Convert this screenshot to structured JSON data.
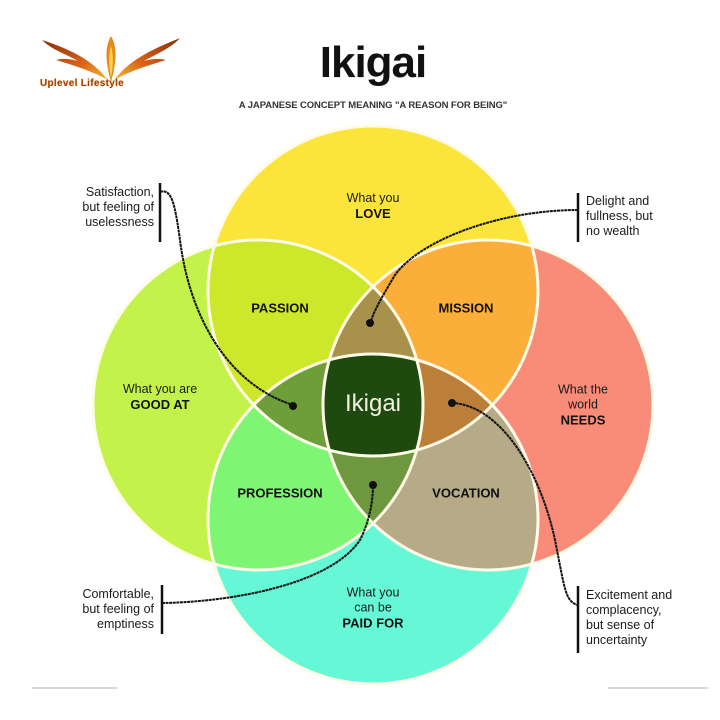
{
  "logo": {
    "icon": "phoenix-wings-icon",
    "text": "Uplevel Lifestyle",
    "colors": {
      "flame_dark": "#8a2a0a",
      "flame_mid": "#d9641a",
      "flame_light": "#f2c030"
    }
  },
  "header": {
    "title": "Ikigai",
    "subtitle": "A JAPANESE CONCEPT MEANING \"A REASON FOR BEING\""
  },
  "circles": [
    {
      "id": "love",
      "line1": "What you",
      "line2": "",
      "bold": "LOVE",
      "color": "#fbe53a"
    },
    {
      "id": "good-at",
      "line1": "What you are",
      "line2": "",
      "bold": "GOOD AT",
      "color": "#c3f24a"
    },
    {
      "id": "needs",
      "line1": "What the",
      "line2": "world",
      "bold": "NEEDS",
      "color": "#f98c78"
    },
    {
      "id": "paid-for",
      "line1": "What you",
      "line2": "can be",
      "bold": "PAID FOR",
      "color": "#66f7d6"
    }
  ],
  "overlaps": {
    "passion": {
      "label": "PASSION",
      "color": "#cde82a"
    },
    "mission": {
      "label": "MISSION",
      "color": "#fbae3a"
    },
    "profession": {
      "label": "PROFESSION",
      "color": "#7ff574"
    },
    "vocation": {
      "label": "VOCATION",
      "color": "#b7aa86"
    },
    "love_good_paid": {
      "color": "#6e9e3a"
    },
    "love_needs_good": {
      "color": "#a8914a"
    },
    "needs_love_paid": {
      "color": "#bb7f3a"
    },
    "good_paid_needs": {
      "color": "#6e9840"
    },
    "center": {
      "label": "Ikigai",
      "color": "#1f4a0f"
    }
  },
  "notes": [
    {
      "id": "satisfaction",
      "lines": [
        "Satisfaction,",
        "but feeling of",
        "uselessness"
      ]
    },
    {
      "id": "delight",
      "lines": [
        "Delight and",
        "fullness, but",
        "no wealth"
      ]
    },
    {
      "id": "comfortable",
      "lines": [
        "Comfortable,",
        "but feeling of",
        "emptiness"
      ]
    },
    {
      "id": "excitement",
      "lines": [
        "Excitement and",
        "complacency,",
        "but sense of",
        "uncertainty"
      ]
    }
  ]
}
